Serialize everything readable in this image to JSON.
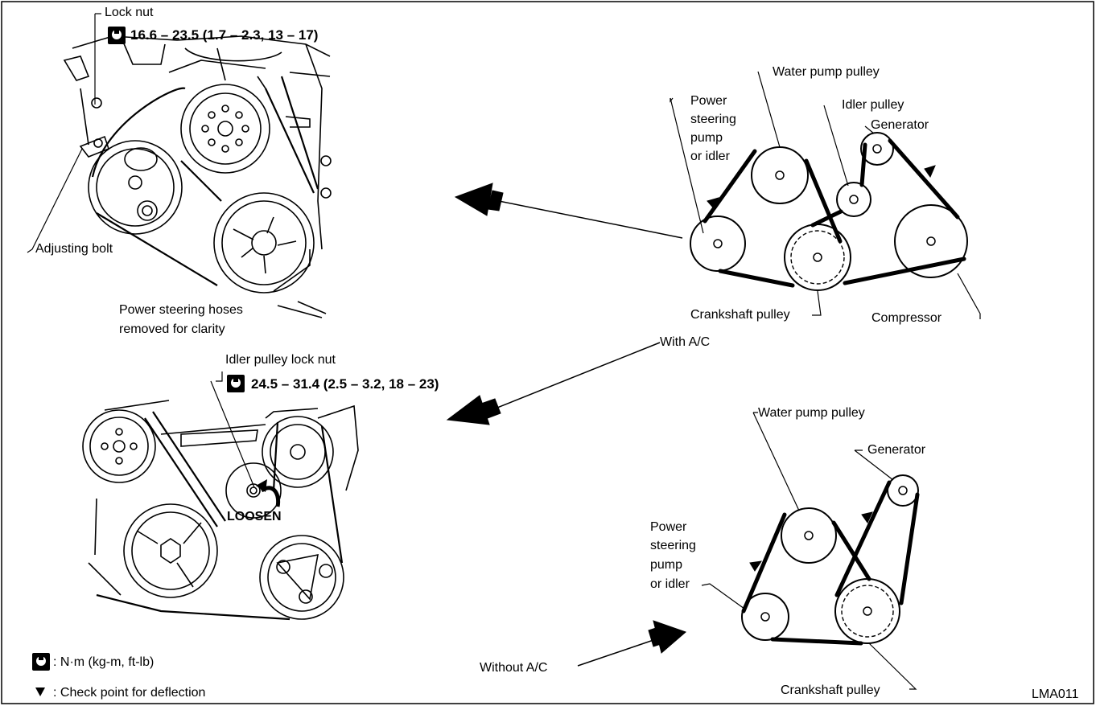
{
  "figure_id": "LMA011",
  "top_left": {
    "lock_nut": "Lock nut",
    "torque": "16.6 – 23.5 (1.7 – 2.3, 13 – 17)",
    "adjusting_bolt": "Adjusting bolt",
    "hoses_note_1": "Power steering hoses",
    "hoses_note_2": "removed for clarity"
  },
  "bottom_left": {
    "idler_lock_nut": "Idler pulley lock nut",
    "torque": "24.5 – 31.4 (2.5 – 3.2, 18 – 23)",
    "loosen": "LOOSEN"
  },
  "with_ac": {
    "water_pump": "Water pump pulley",
    "ps_line1": "Power",
    "ps_line2": "steering",
    "ps_line3": "pump",
    "ps_line4": "or idler",
    "idler": "Idler pulley",
    "generator": "Generator",
    "crankshaft": "Crankshaft pulley",
    "compressor": "Compressor",
    "caption": "With A/C"
  },
  "without_ac": {
    "water_pump": "Water pump pulley",
    "generator": "Generator",
    "ps_line1": "Power",
    "ps_line2": "steering",
    "ps_line3": "pump",
    "ps_line4": "or idler",
    "crankshaft": "Crankshaft pulley",
    "caption": "Without A/C"
  },
  "legend": {
    "torque_units": ": N·m (kg-m, ft-lb)",
    "check_point": ": Check point for deflection",
    "triangle_symbol": "▼"
  },
  "colors": {
    "ink": "#000000",
    "paper": "#ffffff"
  }
}
